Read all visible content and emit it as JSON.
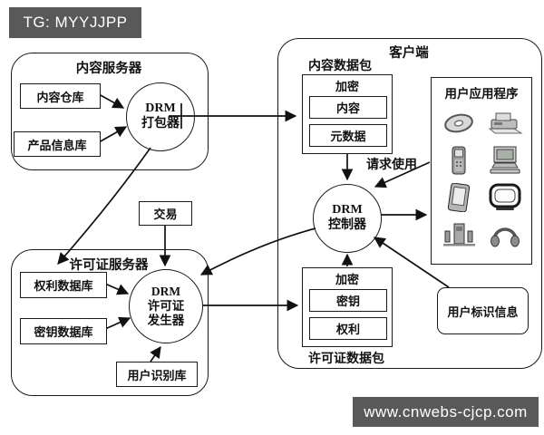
{
  "badges": {
    "tg": "TG: MYYJJPP",
    "watermark": "www.cnwebs-cjcp.com"
  },
  "content_server": {
    "title": "内容服务器",
    "content_repo": "内容仓库",
    "product_info_db": "产品信息库",
    "packager_line1": "DRM",
    "packager_line2": "打包器"
  },
  "client": {
    "title": "客户端",
    "content_package_label": "内容数据包",
    "content_package_encrypt": "加密",
    "content_package_content": "内容",
    "content_package_metadata": "元数据",
    "request_use": "请求使用",
    "controller_line1": "DRM",
    "controller_line2": "控制器",
    "user_apps_title": "用户应用程序",
    "user_apps_icons": [
      "disc-icon",
      "printer-icon",
      "mobile-phone-icon",
      "desktop-computer-icon",
      "pda-icon",
      "tv-icon",
      "speaker-icon",
      "headphones-icon"
    ],
    "license_package_encrypt": "加密",
    "license_package_key": "密钥",
    "license_package_rights": "权利",
    "license_package_label": "许可证数据包",
    "user_id_info": "用户标识信息"
  },
  "license_server": {
    "title": "许可证服务器",
    "rights_db": "权利数据库",
    "key_db": "密钥数据库",
    "generator_line1": "DRM",
    "generator_line2": "许可证",
    "generator_line3": "发生器",
    "user_recognition_db": "用户识别库"
  },
  "transaction": "交易",
  "colors": {
    "stroke": "#1a1a1a",
    "badge_bg": "#595959"
  }
}
